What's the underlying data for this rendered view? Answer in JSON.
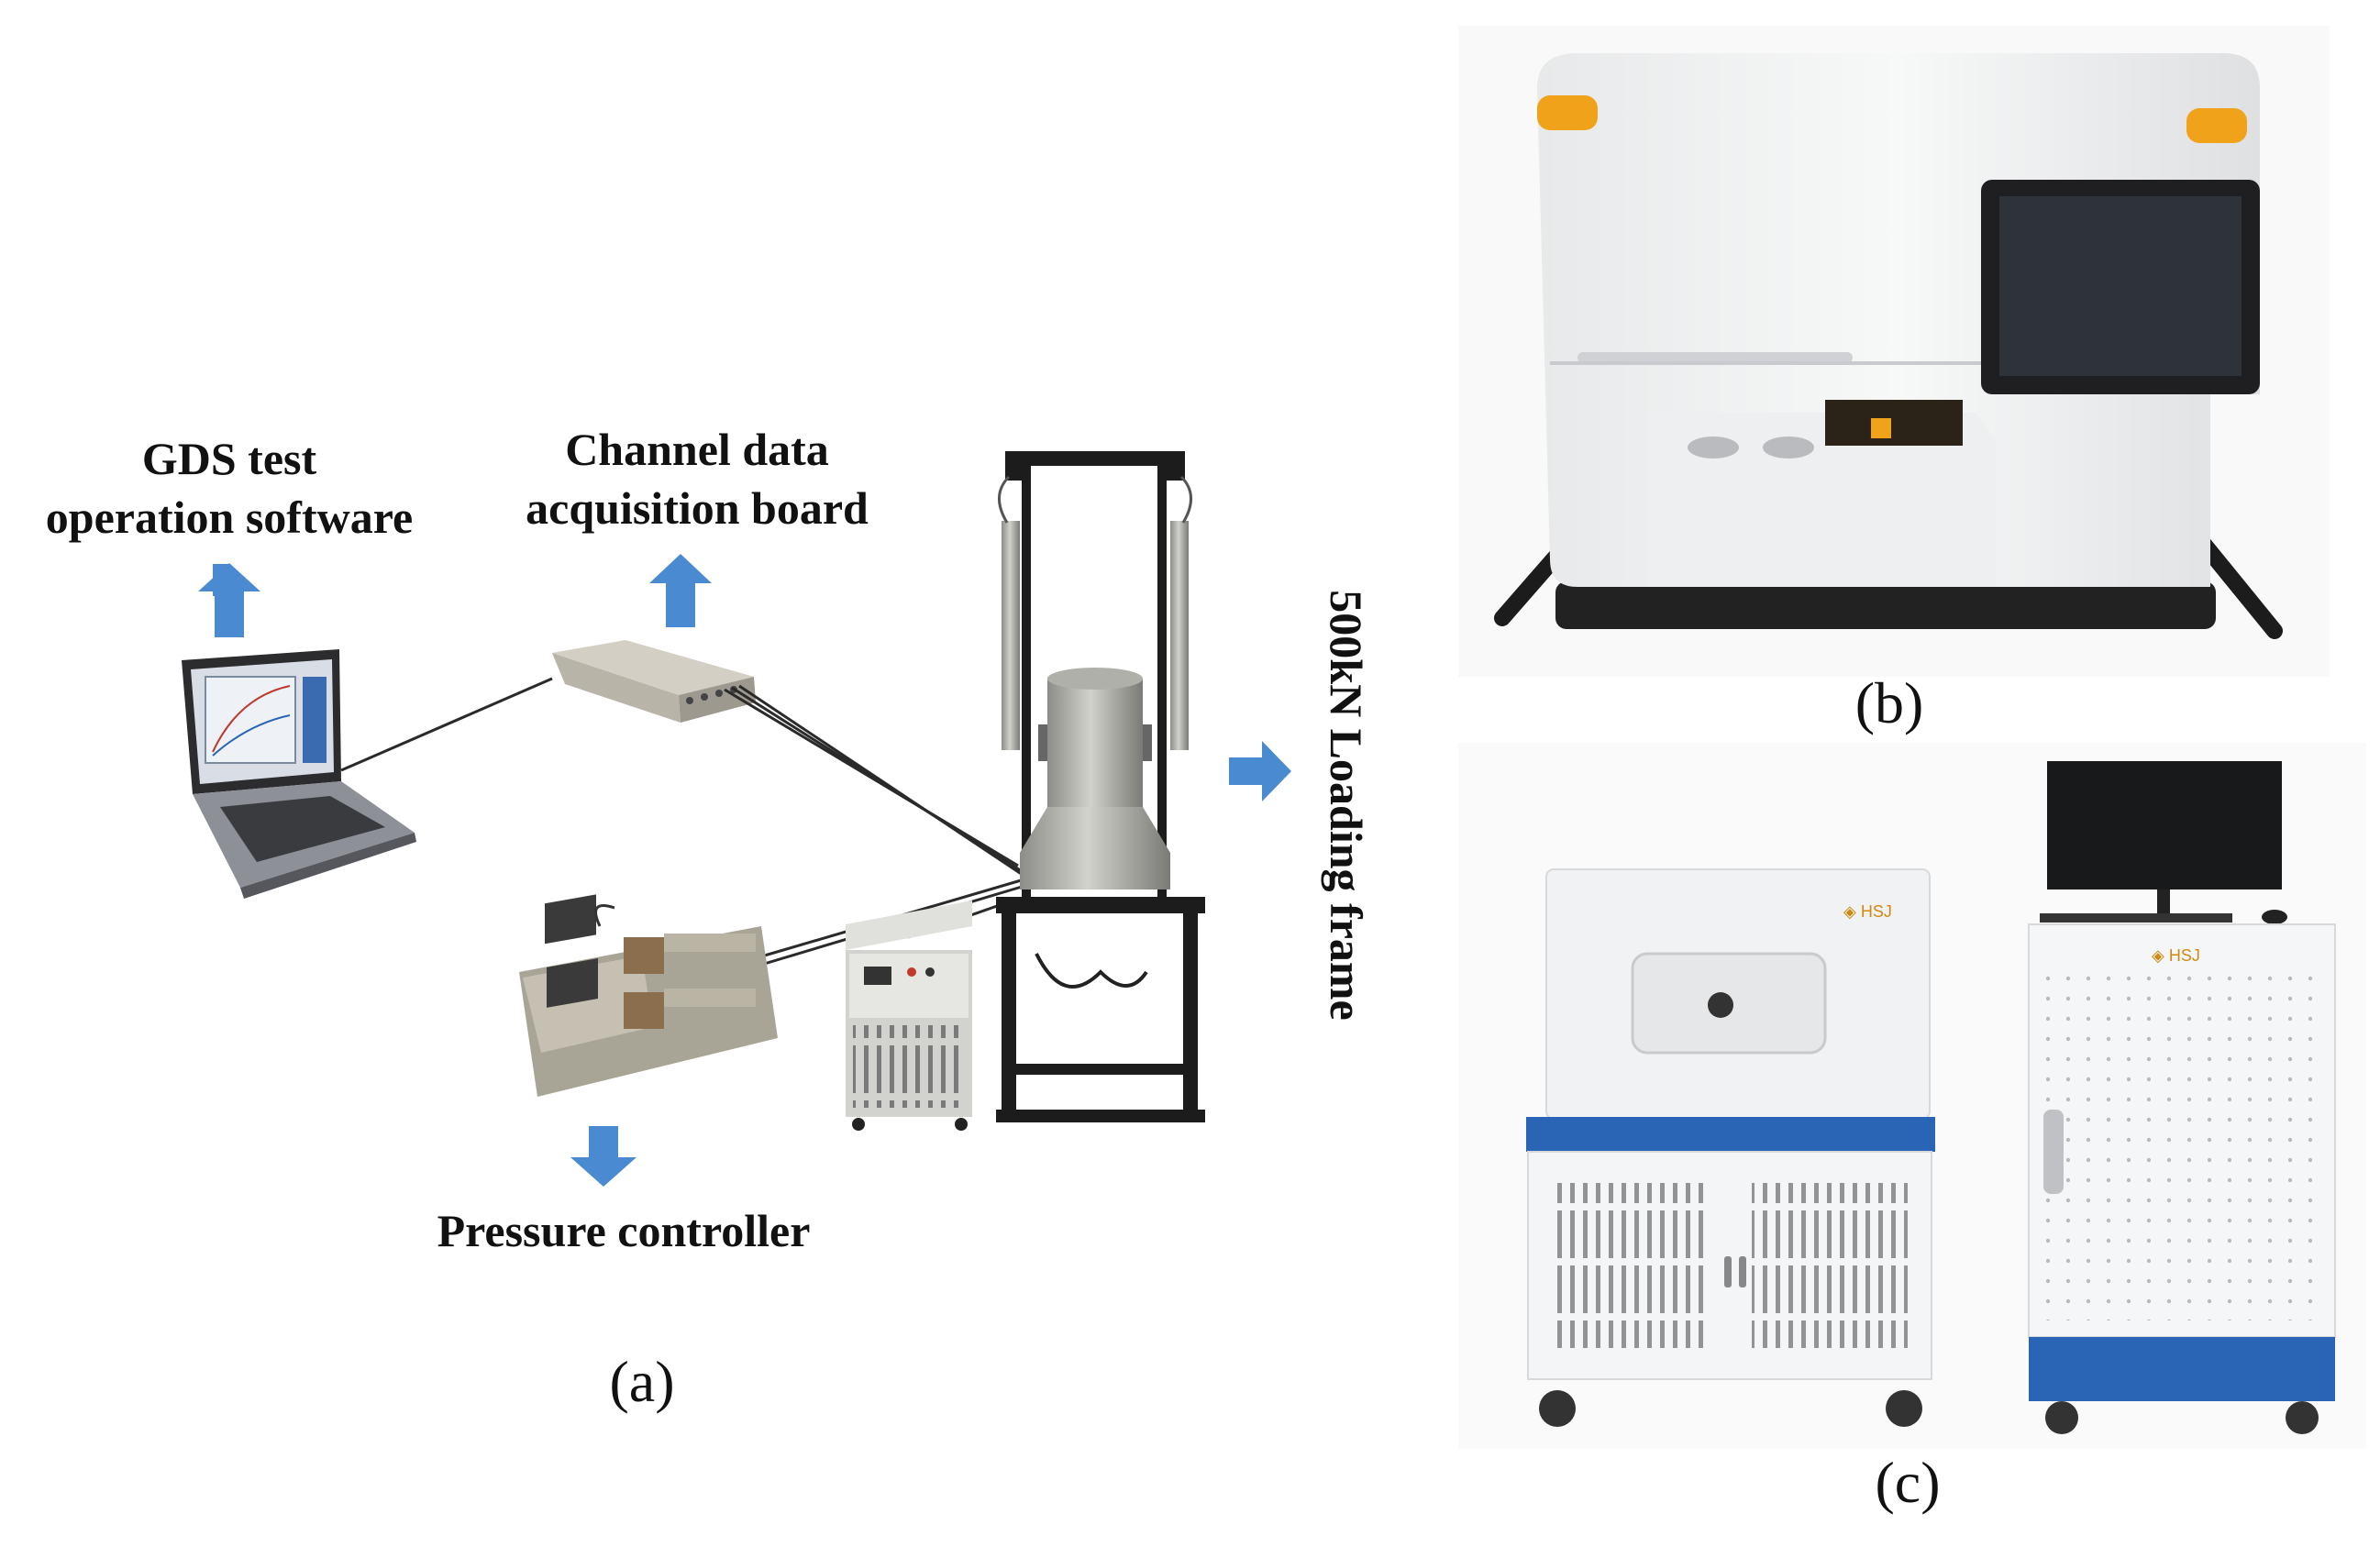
{
  "panel_a": {
    "software_label_line1": "GDS test",
    "software_label_line2": "operation software",
    "acquisition_label_line1": "Channel data",
    "acquisition_label_line2": "acquisition board",
    "loading_frame_label": "500kN Loading frame",
    "pressure_label": "Pressure controller",
    "caption": "(a)"
  },
  "panel_b": {
    "caption": "(b)"
  },
  "panel_c": {
    "caption": "(c)"
  },
  "colors": {
    "arrow": "#4a8ad0",
    "machine_white": "#f1f2f3",
    "frame_black": "#1c1c1c",
    "blue_band": "#2a64b4"
  }
}
